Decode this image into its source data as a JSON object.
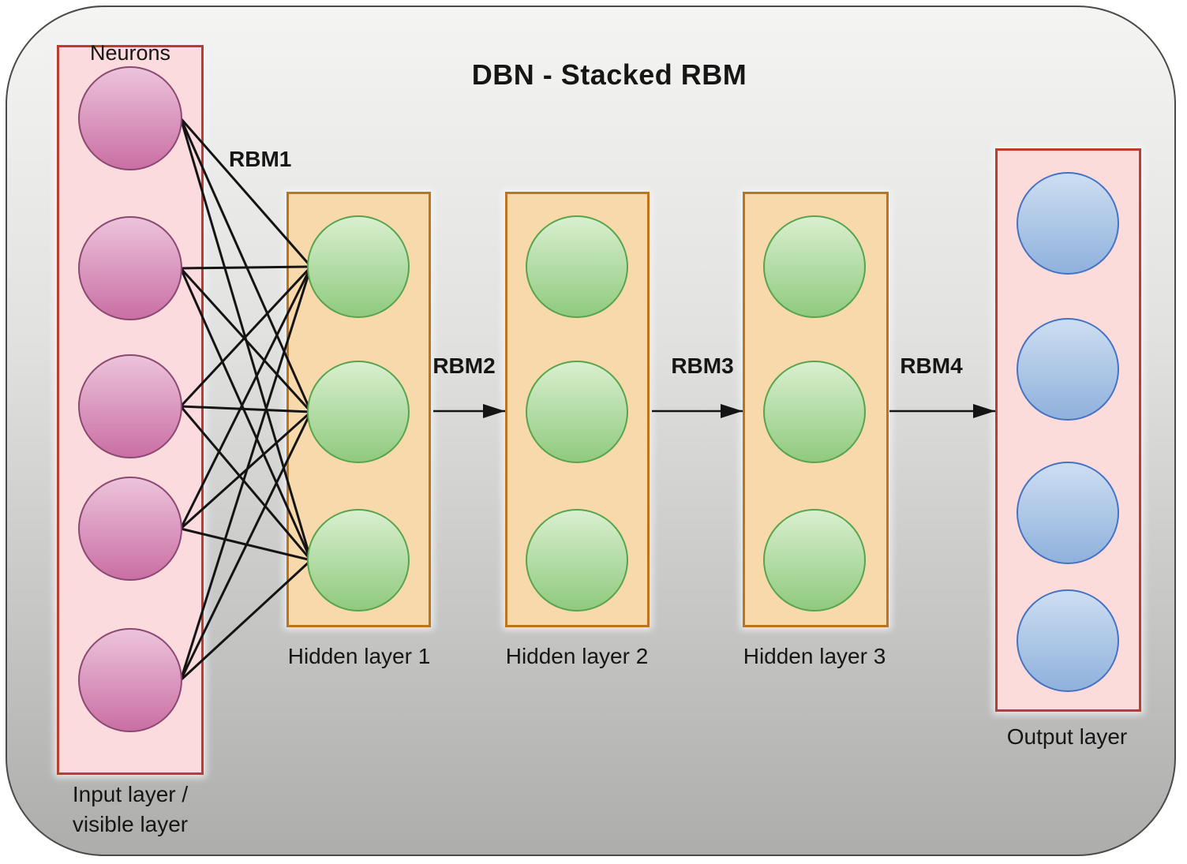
{
  "title": "DBN - Stacked RBM",
  "input_layer": {
    "top_label": "Neurons",
    "bottom_label_line1": "Input layer /",
    "bottom_label_line2": "visible layer",
    "neuron_count": 5
  },
  "hidden_layers": [
    {
      "label": "Hidden layer 1",
      "neuron_count": 3
    },
    {
      "label": "Hidden layer 2",
      "neuron_count": 3
    },
    {
      "label": "Hidden layer 3",
      "neuron_count": 3
    }
  ],
  "output_layer": {
    "label": "Output layer",
    "neuron_count": 4
  },
  "rbm_labels": [
    "RBM1",
    "RBM2",
    "RBM3",
    "RBM4"
  ],
  "colors": {
    "background_top": "#f4f4f2",
    "background_bottom": "#adadac",
    "canvas_border": "#4a4a4a",
    "input_box_fill": "#fbdbde",
    "input_box_border": "#bc3c30",
    "hidden_box_fill": "#f8d9ab",
    "hidden_box_border": "#bd741f",
    "output_box_fill": "#fbdcda",
    "output_box_border": "#bc3c30",
    "pink_top": "#ecc3db",
    "pink_bottom": "#ca6fa4",
    "pink_border": "#8b4971",
    "green_top": "#d9efcf",
    "green_bottom": "#8fca7e",
    "green_border": "#56a44b",
    "blue_top": "#cddef1",
    "blue_bottom": "#8fb1dc",
    "blue_border": "#4472c4",
    "line": "#141414"
  }
}
